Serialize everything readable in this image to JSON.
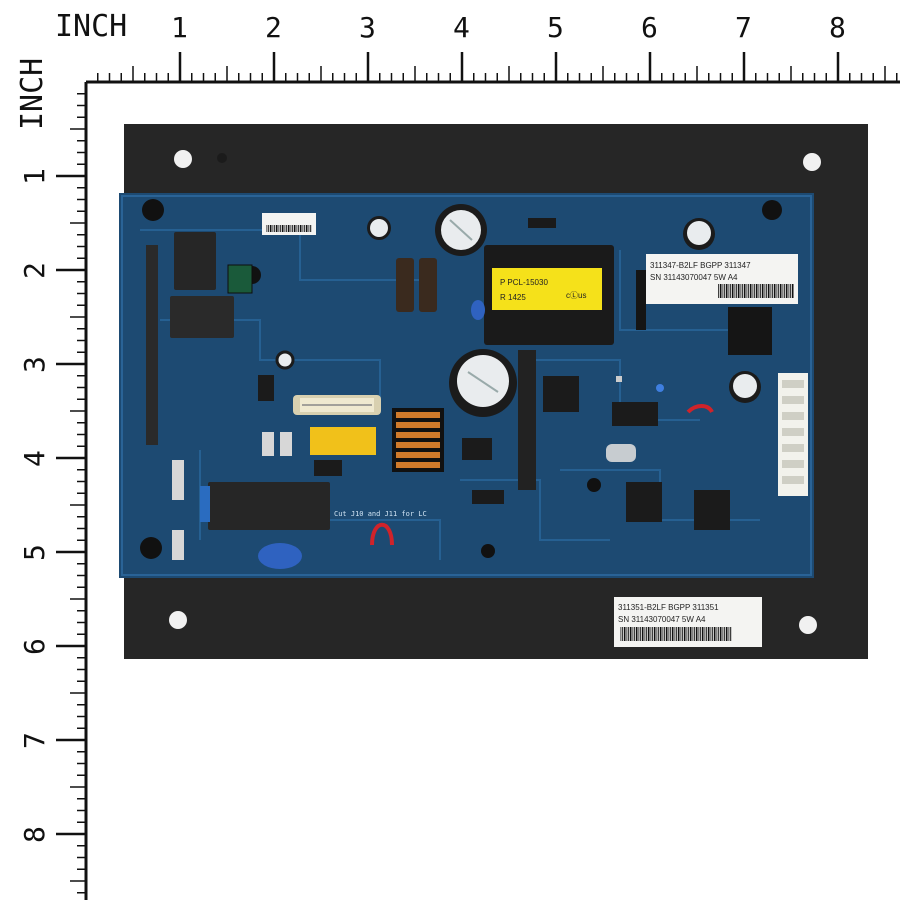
{
  "ruler": {
    "unit_label_top": "INCH",
    "unit_label_left": "INCH",
    "top_numbers": [
      "1",
      "2",
      "3",
      "4",
      "5",
      "6",
      "7",
      "8"
    ],
    "left_numbers": [
      "1",
      "2",
      "3",
      "4",
      "5",
      "6",
      "7",
      "8"
    ]
  },
  "board": {
    "plate_label": {
      "line1": "311351-B2LF BGPP 311351",
      "line2": "SN 31143070047   5W  A4"
    },
    "pcb_label": {
      "line1": "311347-B2LF BGPP 311347",
      "line2": "SN 31143070047   5W  A4"
    },
    "transformer_label": {
      "line1": "P PCL-15030",
      "line2": "R  1425",
      "mark": "cⓁus"
    },
    "silk_note": "Cut J10 and J11 for LC"
  },
  "colors": {
    "plate": "#262626",
    "pcb": "#1d4a72",
    "pcb_dark": "#15385a",
    "label_bg": "#f4f4f2",
    "transformer": "#f5e11a",
    "capacitor": "#e9ecee",
    "ruler": "#111111"
  }
}
